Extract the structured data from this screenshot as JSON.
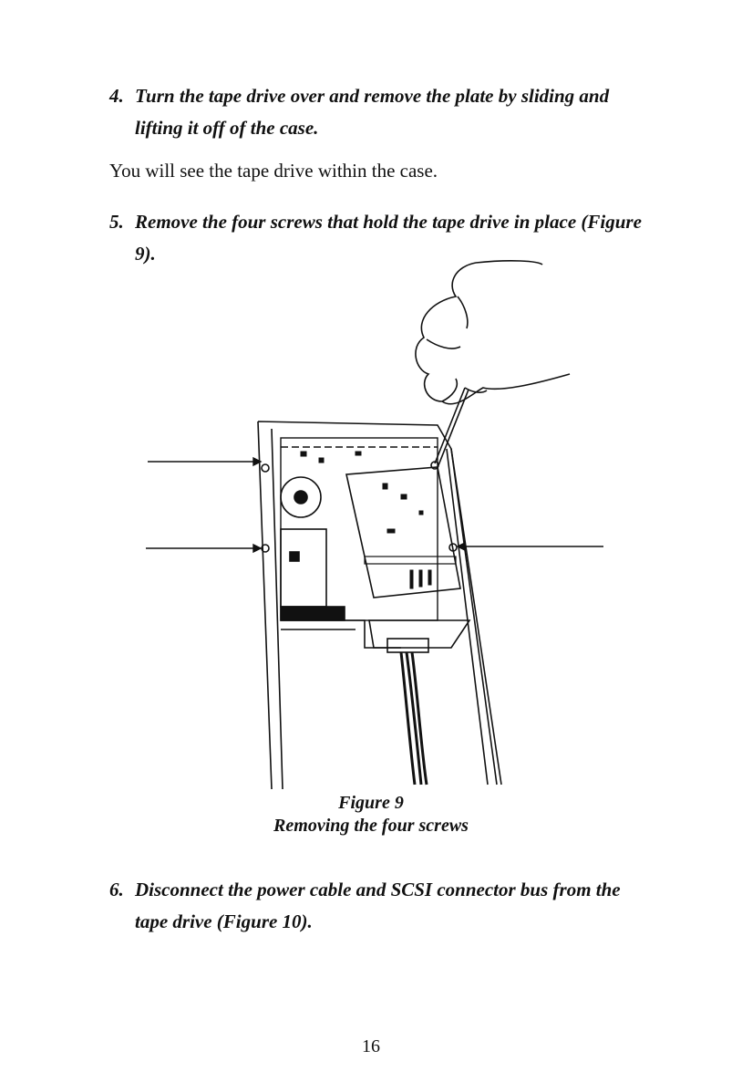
{
  "steps": [
    {
      "number": "4.",
      "text": "Turn the tape drive over and remove the plate by sliding and lifting it off of the case."
    },
    {
      "number": "5.",
      "text": "Remove the four screws that hold the tape drive in place (Figure 9)."
    },
    {
      "number": "6.",
      "text": "Disconnect the power cable and SCSI connector bus from the tape drive (Figure 10)."
    }
  ],
  "body_text": "You will see the tape drive within the case.",
  "figure": {
    "label": "Figure 9",
    "caption": "Removing the four screws",
    "illustration": "tape-drive-screw-removal-line-drawing",
    "arrow_count": 3
  },
  "page_number": "16"
}
